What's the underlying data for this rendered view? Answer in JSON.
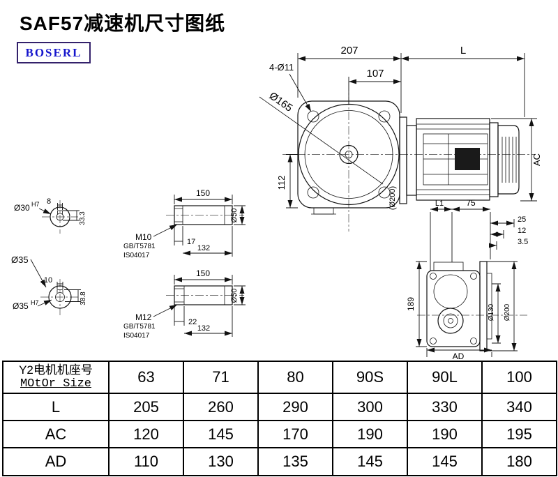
{
  "page": {
    "title": "SAF57减速机尺寸图纸",
    "brand": "BOSERL"
  },
  "front_view": {
    "dim_gearbox_width": "207",
    "dim_motor_length": "L",
    "dim_flange_to_face": "107",
    "dim_bolt_holes": "4-Ø11",
    "dim_flange_diameter": "Ø165",
    "dim_axis_height": "112",
    "dim_motor_height": "AC",
    "dim_adapter_flange": "(Ø200)"
  },
  "bore_section_a": {
    "dim_keyway_width": "8",
    "dim_bore": "Ø30",
    "bore_tolerance": "H7",
    "dim_keyway_height": "33.3"
  },
  "bore_section_b": {
    "dim_shaft_label": "Ø35",
    "dim_keyway_width": "10",
    "dim_bore": "Ø35",
    "bore_tolerance": "H7",
    "dim_keyway_height": "38.8"
  },
  "shaft_detail_a": {
    "dim_total_length": "150",
    "thread_spec": "M10",
    "standard_gb": "GB/T5781",
    "standard_iso": "IS04017",
    "dim_thread_length": "17",
    "dim_body_length": "132",
    "dim_diameter": "Ø50"
  },
  "shaft_detail_b": {
    "dim_total_length": "150",
    "thread_spec": "M12",
    "standard_gb": "GB/T5781",
    "standard_iso": "IS04017",
    "dim_thread_length": "22",
    "dim_body_length": "132",
    "dim_diameter": "Ø50"
  },
  "side_view": {
    "dim_l1": "L1",
    "dim_75": "75",
    "dim_25": "25",
    "dim_12": "12",
    "dim_3_5": "3.5",
    "dim_height": "189",
    "dim_bolt_circle": "Ø130",
    "dim_flange_od": "Ø200",
    "dim_ad": "AD"
  },
  "table": {
    "header_label_cn": "Y2电机机座号",
    "header_label_en": "MOtOr Size",
    "motor_sizes": [
      "63",
      "71",
      "80",
      "90S",
      "90L",
      "100"
    ],
    "rows": [
      {
        "label": "L",
        "values": [
          "205",
          "260",
          "290",
          "300",
          "330",
          "340"
        ]
      },
      {
        "label": "AC",
        "values": [
          "120",
          "145",
          "170",
          "190",
          "190",
          "195"
        ]
      },
      {
        "label": "AD",
        "values": [
          "110",
          "130",
          "135",
          "145",
          "145",
          "180"
        ]
      }
    ]
  }
}
